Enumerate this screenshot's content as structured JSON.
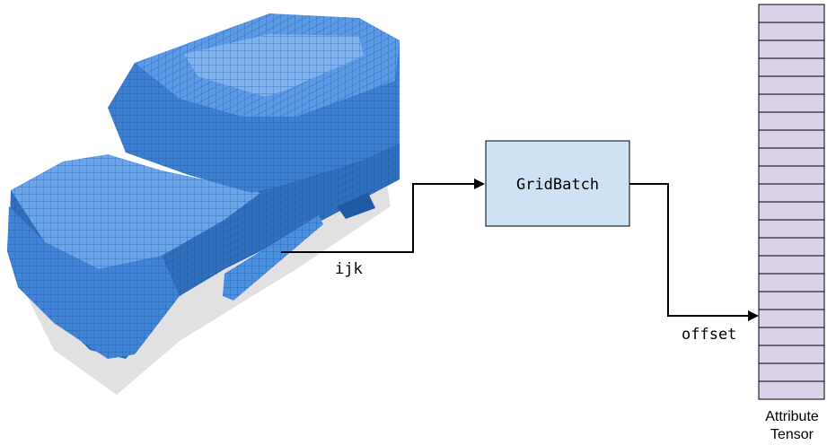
{
  "diagram": {
    "object": {
      "name": "voxelized car"
    },
    "node": {
      "label": "GridBatch",
      "fill": "#cfe2f3",
      "stroke": "#000000"
    },
    "edges": [
      {
        "label": "ijk"
      },
      {
        "label": "offset"
      }
    ],
    "tensor": {
      "caption_line1": "Attribute",
      "caption_line2": "Tensor",
      "cell_count": 22,
      "fill": "#d9d2e9"
    },
    "colors": {
      "voxel_light": "#7fb2ee",
      "voxel_mid": "#4a90e2",
      "voxel_dark": "#2f6fbe",
      "shadow": "#d9d9d9",
      "grid_line": "#1c4f8f"
    }
  }
}
